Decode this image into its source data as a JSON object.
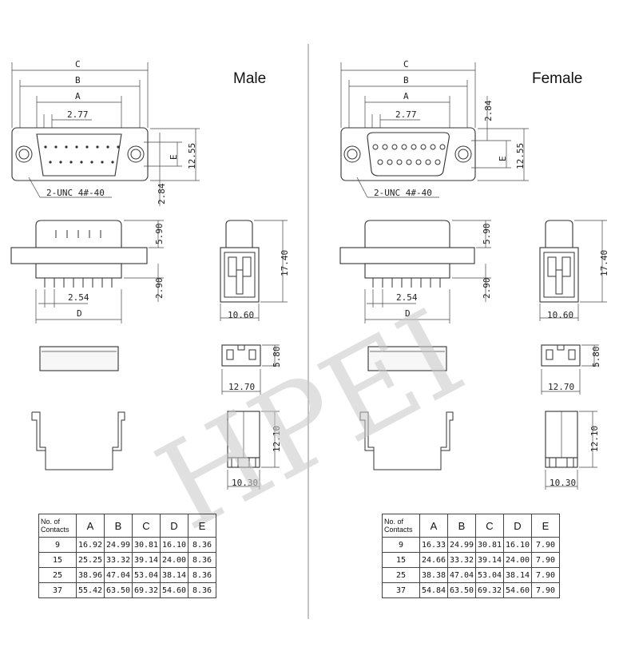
{
  "watermark": "HPEI",
  "male": {
    "title": "Male",
    "labels": {
      "c": "C",
      "b": "B",
      "a": "A",
      "pitch_top": "2.77",
      "e": "E",
      "h1255": "12.55",
      "h284": "2.84",
      "unc": "2-UNC 4#-40",
      "h590": "5.90",
      "h290": "2.90",
      "h1740": "17.40",
      "pitch_bottom": "2.54",
      "d": "D",
      "w1060": "10.60",
      "h580": "5.80",
      "w1270": "12.70",
      "h1210": "12.10",
      "w1030": "10.30"
    },
    "table": {
      "header": [
        "No. of Contacts",
        "A",
        "B",
        "C",
        "D",
        "E"
      ],
      "rows": [
        [
          "9",
          "16.92",
          "24.99",
          "30.81",
          "16.10",
          "8.36"
        ],
        [
          "15",
          "25.25",
          "33.32",
          "39.14",
          "24.00",
          "8.36"
        ],
        [
          "25",
          "38.96",
          "47.04",
          "53.04",
          "38.14",
          "8.36"
        ],
        [
          "37",
          "55.42",
          "63.50",
          "69.32",
          "54.60",
          "8.36"
        ]
      ]
    }
  },
  "female": {
    "title": "Female",
    "labels": {
      "c": "C",
      "b": "B",
      "a": "A",
      "pitch_top": "2.77",
      "e": "E",
      "h1255": "12.55",
      "h284": "2.84",
      "unc": "2-UNC 4#-40",
      "h590": "5.90",
      "h290": "2.90",
      "h1740": "17.40",
      "pitch_bottom": "2.54",
      "d": "D",
      "w1060": "10.60",
      "h580": "5.80",
      "w1270": "12.70",
      "h1210": "12.10",
      "w1030": "10.30"
    },
    "table": {
      "header": [
        "No. of Contacts",
        "A",
        "B",
        "C",
        "D",
        "E"
      ],
      "rows": [
        [
          "9",
          "16.33",
          "24.99",
          "30.81",
          "16.10",
          "7.90"
        ],
        [
          "15",
          "24.66",
          "33.32",
          "39.14",
          "24.00",
          "7.90"
        ],
        [
          "25",
          "38.38",
          "47.04",
          "53.04",
          "38.14",
          "7.90"
        ],
        [
          "37",
          "54.84",
          "63.50",
          "69.32",
          "54.60",
          "7.90"
        ]
      ]
    }
  }
}
